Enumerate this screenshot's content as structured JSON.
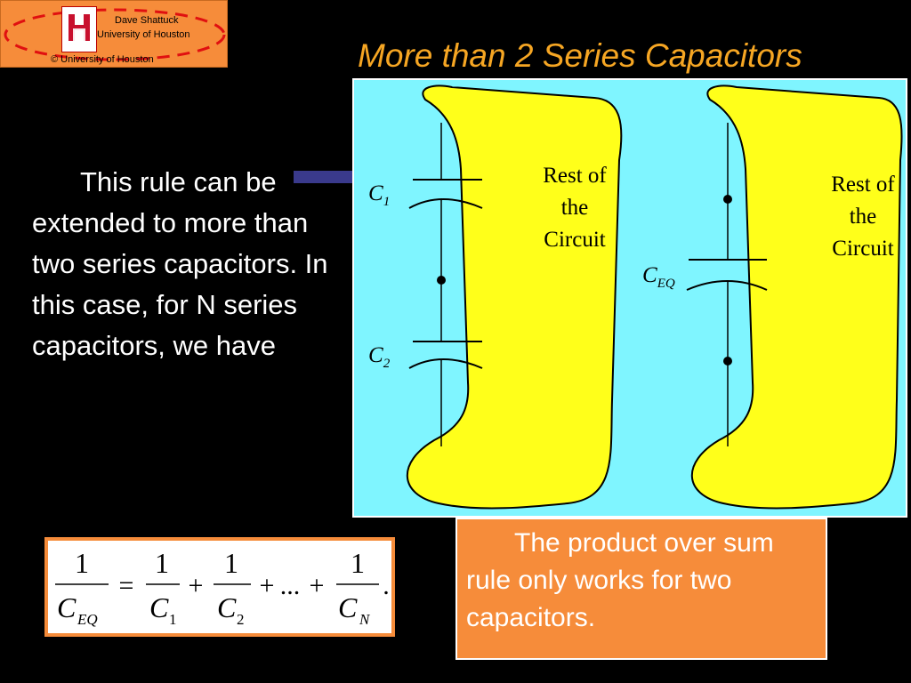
{
  "logo": {
    "line1": "Dave Shattuck",
    "line2": "University of Houston",
    "line3": "© University of Houston"
  },
  "title": "More than 2 Series Capacitors",
  "body_text": "This rule can be extended to more than two series capacitors.  In this case, for N series capacitors, we have",
  "circuit_left": {
    "rest_line1": "Rest of",
    "rest_line2": "the",
    "rest_line3": "Circuit",
    "c1_main": "C",
    "c1_sub": "1",
    "c2_main": "C",
    "c2_sub": "2"
  },
  "circuit_right": {
    "rest_line1": "Rest of",
    "rest_line2": "the",
    "rest_line3": "Circuit",
    "ceq_main": "C",
    "ceq_sub": "EQ"
  },
  "equation": {
    "one": "1",
    "c": "C",
    "eq_sub": "EQ",
    "sub1": "1",
    "sub2": "2",
    "subN": "N",
    "equals": "=",
    "plus": "+",
    "ellipsis": "...",
    "period": "."
  },
  "note": "The product over sum rule only works for two capacitors.",
  "colors": {
    "orange": "#f68c3a",
    "title": "#f6a623",
    "panel": "#7ff5ff",
    "yellow_shape": "#ffff1a"
  }
}
